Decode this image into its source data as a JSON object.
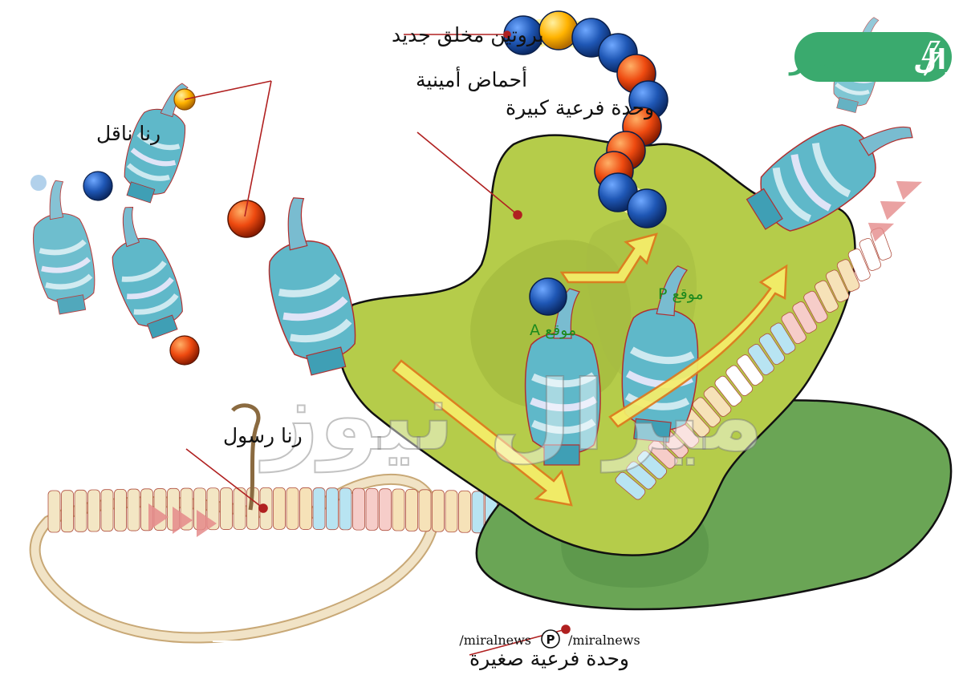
{
  "labels": {
    "new_protein": "بروتين مخلق جديد",
    "amino_acids": "أحماض أمينية",
    "large_subunit": "وحدة فرعية كبيرة",
    "trna": "رنا ناقل",
    "mrna": "رنا رسول",
    "small_subunit": "وحدة فرعية صغيرة",
    "site_a": "موقع A",
    "site_p": "موقع P"
  },
  "brand": {
    "logo_part1": "ميـرال",
    "logo_part2": "نيوز",
    "watermark_text": "ميرال نيوز",
    "social_left": "/miralnews",
    "social_right": "/miralnews",
    "teal": "#3aaa6e",
    "dark_green": "#1f7a4a"
  },
  "colors": {
    "large_subunit": "#b5cc4a",
    "small_subunit": "#6aa555",
    "trna": "#5fb8c9",
    "leader_line": "#b02020",
    "arrow_fill": "#f6ee6a",
    "arrow_stroke": "#e07a1e"
  }
}
